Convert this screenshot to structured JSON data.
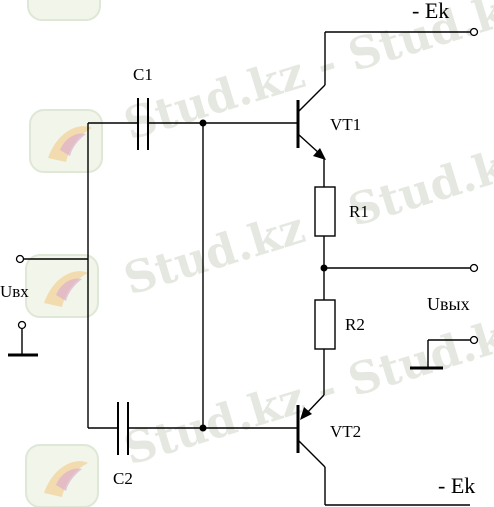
{
  "watermark": {
    "text": "Stud.kz - Stud.kz"
  },
  "labels": {
    "c1": "C1",
    "c2": "C2",
    "vt1": "VT1",
    "vt2": "VT2",
    "r1": "R1",
    "r2": "R2",
    "uin": "Uвх",
    "uout": "Uвых",
    "ek_top": "- Ek",
    "ek_bottom": "- Ek"
  }
}
